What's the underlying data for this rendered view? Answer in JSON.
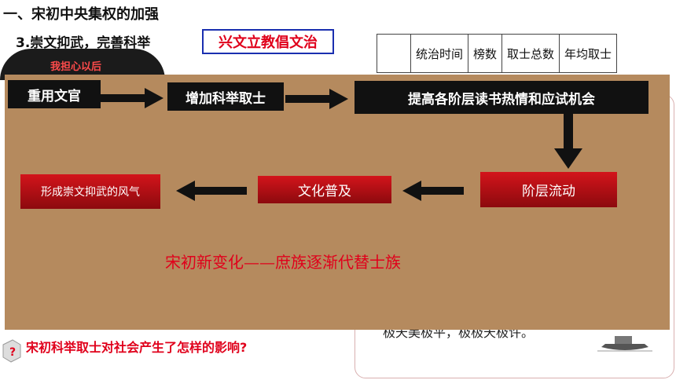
{
  "header": {
    "title": "一、宋初中央集权的加强",
    "subtitle": "3.崇文抑武，完善科举",
    "slogan": "兴文立教倡文治"
  },
  "table": {
    "headers": [
      "",
      "统治时间",
      "榜数",
      "取士总数",
      "年均取士"
    ]
  },
  "side_bubble": {
    "text": "我担心以后"
  },
  "flow": {
    "box1": "重用文官",
    "box2": "增加科举取士",
    "box3": "提高各阶层读书热情和应试机会",
    "box4": "阶层流动",
    "box5": "文化普及",
    "box6": "形成崇文抑武的风气"
  },
  "note": "宋初新变化——庶族逐渐代替士族",
  "right_panel": {
    "partial_text": "极天美极平，极极天极许。"
  },
  "question": "宋初科举取士对社会产生了怎样的影响?",
  "colors": {
    "overlay": "#b58a5e",
    "dark_box": "#111111",
    "red_box": "#c8151b",
    "accent_red": "#e0001b",
    "slogan_border": "#1a2fb0"
  }
}
